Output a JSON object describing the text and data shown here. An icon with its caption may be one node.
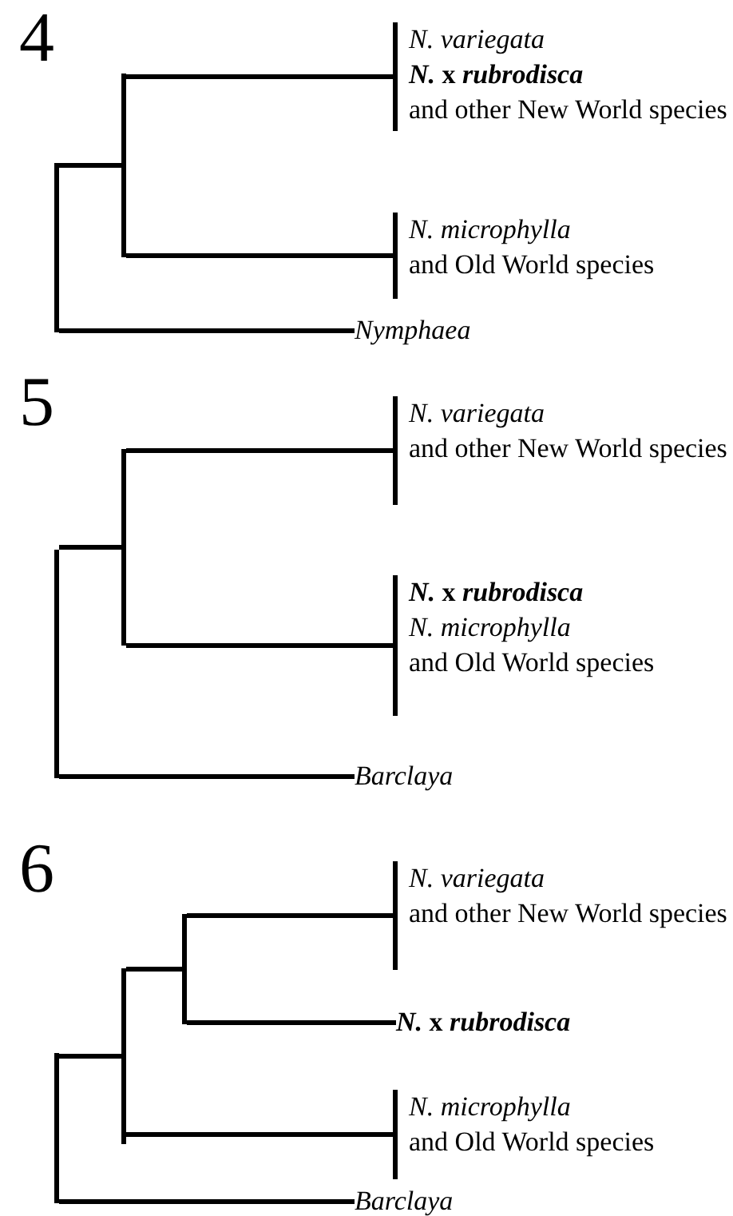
{
  "diagram": {
    "nodes": [
      {
        "text": [],
        "shape": "point"
      },
      {
        "text": [],
        "shape": "point"
      },
      {
        "text": [
          "N. variegata",
          "*N.* x *rubrodisca*",
          "and other New World species"
        ]
      },
      {
        "text": [
          "N. microphylla",
          "and Old World species"
        ]
      },
      {
        "text": [
          "Nymphaea"
        ]
      },
      {
        "text": [],
        "shape": "point"
      },
      {
        "text": [],
        "shape": "point"
      },
      {
        "text": [
          "N. variegata",
          "and other New World species"
        ]
      },
      {
        "text": [
          "*N.* x *rubrodisca*",
          "N. microphylla",
          "and Old World species"
        ]
      },
      {
        "text": [
          "Barclaya"
        ]
      },
      {
        "text": [],
        "shape": "point"
      },
      {
        "text": [],
        "shape": "point"
      },
      {
        "text": [],
        "shape": "point"
      },
      {
        "text": [
          "N. variegata",
          "and other New World species"
        ]
      },
      {
        "text": [
          "*N.* x *rubrodisca*"
        ]
      },
      {
        "text": [
          "N. microphylla",
          "and Old World species"
        ]
      },
      {
        "text": [
          "Barclaya"
        ]
      }
    ],
    "edges": [
      {
        "from": 0,
        "to": 1,
        "arrow": "none"
      },
      {
        "from": 0,
        "to": 4,
        "arrow": "none"
      },
      {
        "from": 1,
        "to": 2,
        "arrow": "none"
      },
      {
        "from": 1,
        "to": 3,
        "arrow": "none"
      },
      {
        "from": 5,
        "to": 6,
        "arrow": "none"
      },
      {
        "from": 5,
        "to": 9,
        "arrow": "none"
      },
      {
        "from": 6,
        "to": 7,
        "arrow": "none"
      },
      {
        "from": 6,
        "to": 8,
        "arrow": "none"
      },
      {
        "from": 10,
        "to": 11,
        "arrow": "none"
      },
      {
        "from": 10,
        "to": 16,
        "arrow": "none"
      },
      {
        "from": 11,
        "to": 12,
        "arrow": "none"
      },
      {
        "from": 11,
        "to": 15,
        "arrow": "none"
      },
      {
        "from": 12,
        "to": 13,
        "arrow": "none"
      },
      {
        "from": 12,
        "to": 14,
        "arrow": "none"
      }
    ],
    "labels": [
      "4",
      "5",
      "6"
    ]
  }
}
